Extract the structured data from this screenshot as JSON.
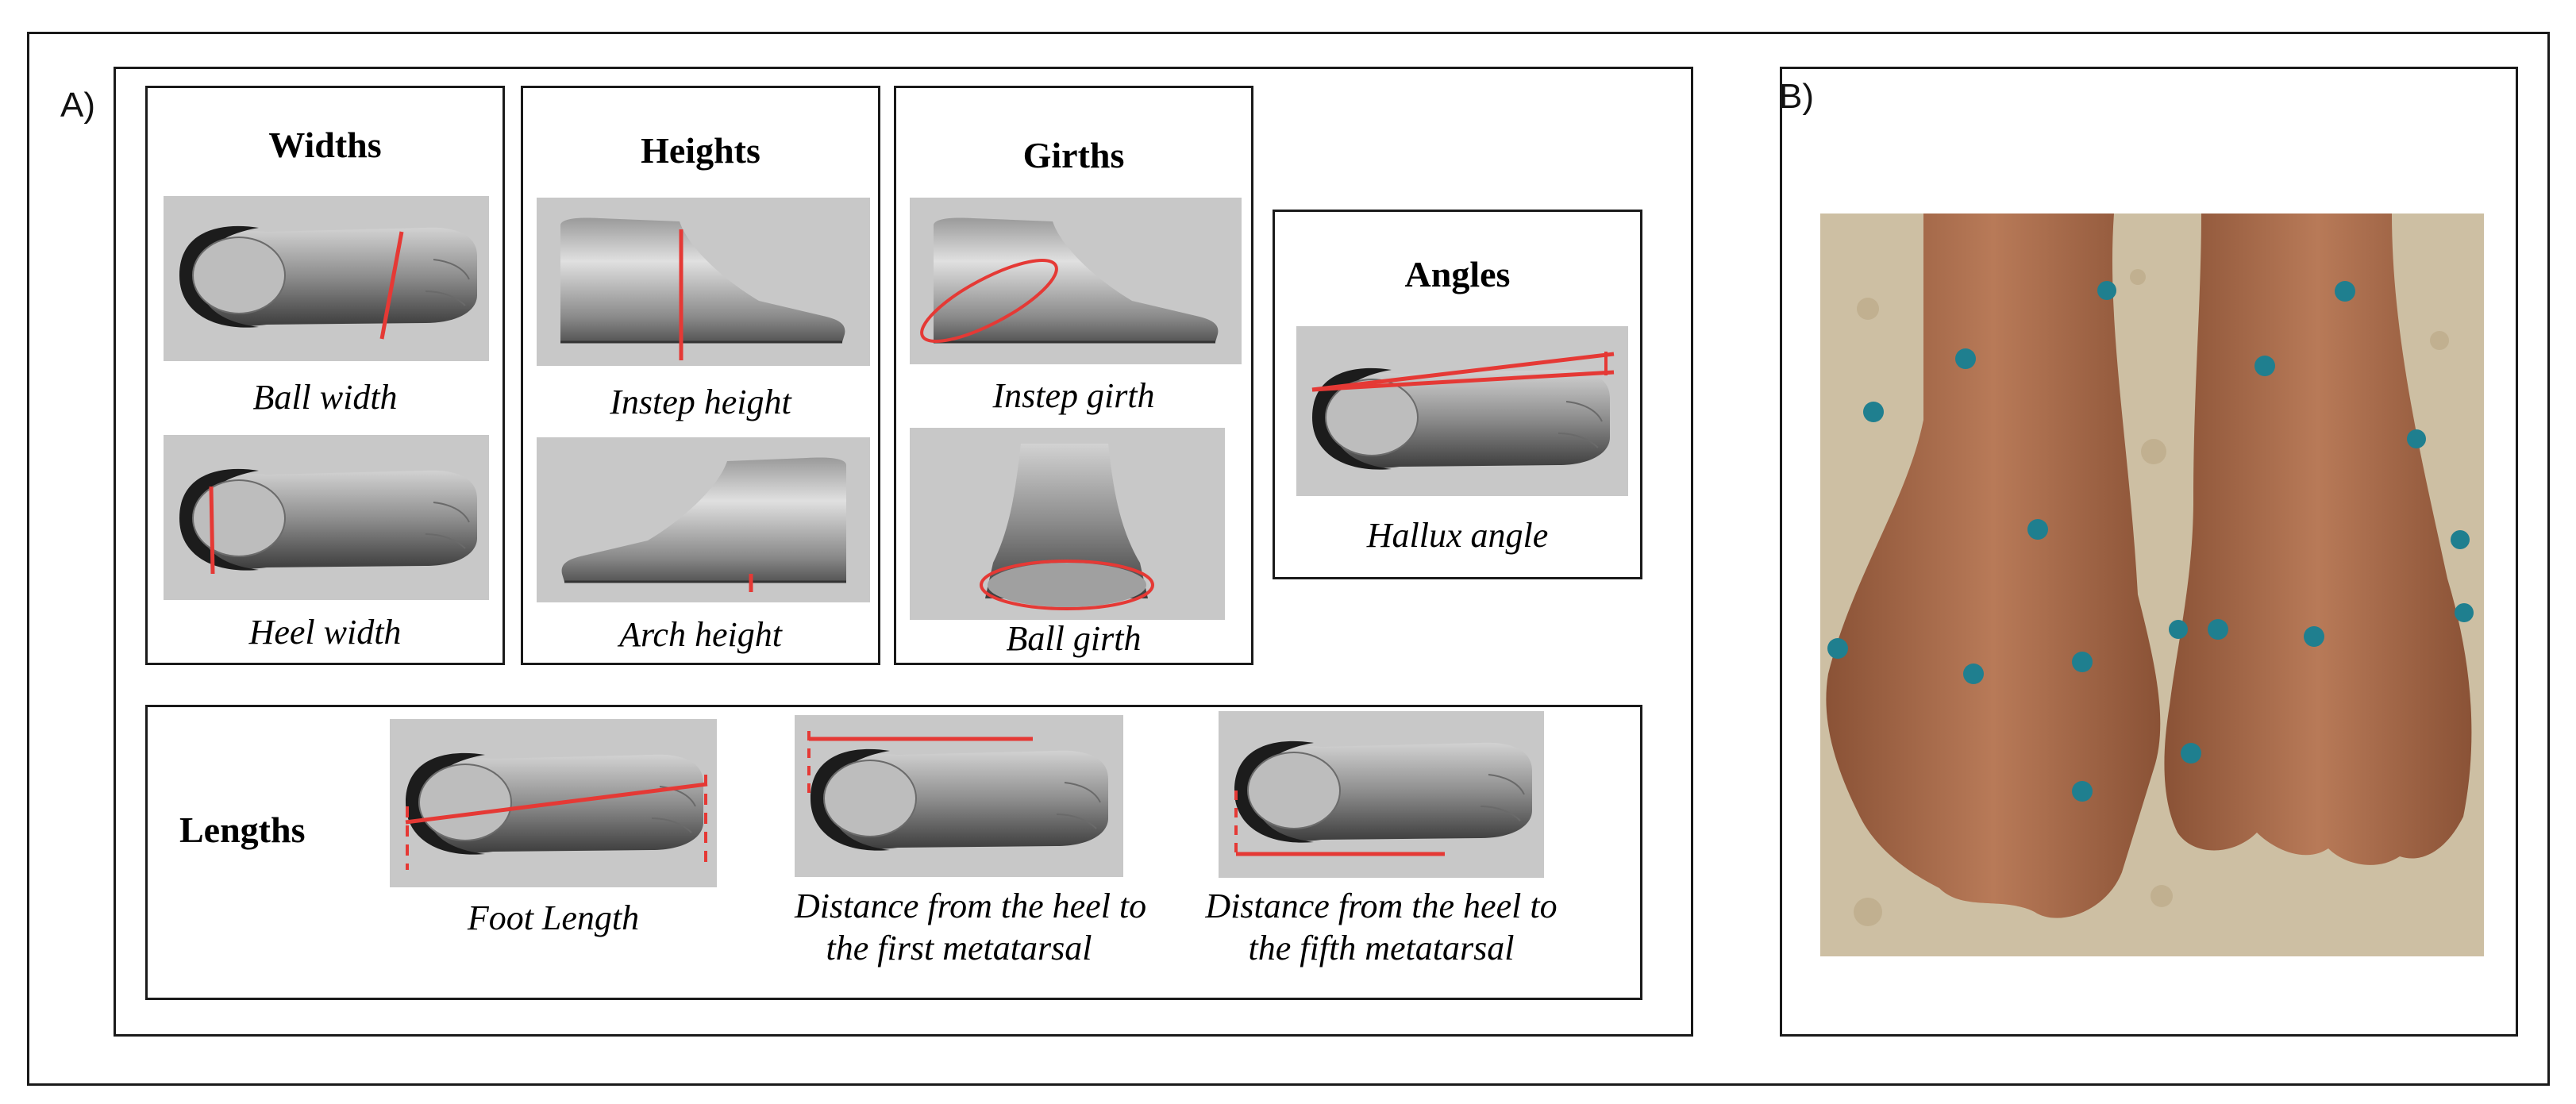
{
  "panel_a": {
    "label": "A)",
    "widths": {
      "title": "Widths",
      "ball": "Ball width",
      "heel": "Heel width"
    },
    "heights": {
      "title": "Heights",
      "instep": "Instep height",
      "arch": "Arch height"
    },
    "girths": {
      "title": "Girths",
      "instep": "Instep girth",
      "ball": "Ball girth"
    },
    "angles": {
      "title": "Angles",
      "hallux": "Hallux angle"
    },
    "lengths": {
      "title": "Lengths",
      "foot": "Foot Length",
      "first_line1": "Distance from the heel to",
      "first_line2": "the first metatarsal",
      "fifth_line1": "Distance from the heel to",
      "fifth_line2": "the fifth metatarsal"
    }
  },
  "panel_b": {
    "label": "B)"
  },
  "colors": {
    "measure_line": "#e53935",
    "marker_dot": "#1f7f8f",
    "model_bg": "#c8c8c8"
  }
}
